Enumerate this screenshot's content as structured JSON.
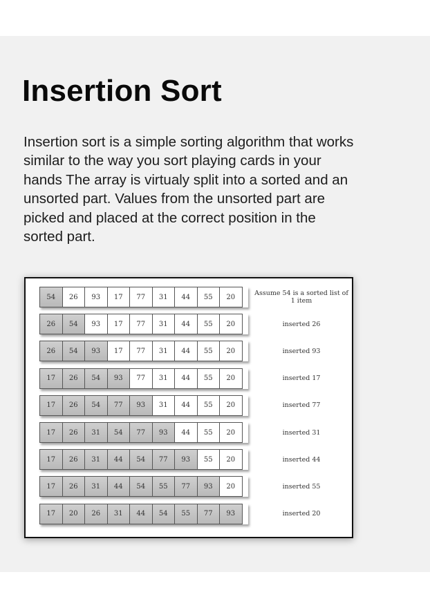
{
  "title": "Insertion Sort",
  "description": "Insertion sort is a simple sorting algorithm that works similar to the way you sort playing cards in your hands The array is virtualy split into a sorted and an unsorted part. Values from the unsorted part are picked and placed at the correct position in the sorted part.",
  "figure": {
    "rows": [
      {
        "values": [
          54,
          26,
          93,
          17,
          77,
          31,
          44,
          55,
          20
        ],
        "sorted_count": 1,
        "note": "Assume 54 is a sorted list of 1 item"
      },
      {
        "values": [
          26,
          54,
          93,
          17,
          77,
          31,
          44,
          55,
          20
        ],
        "sorted_count": 2,
        "note": "inserted 26"
      },
      {
        "values": [
          26,
          54,
          93,
          17,
          77,
          31,
          44,
          55,
          20
        ],
        "sorted_count": 3,
        "note": "inserted 93"
      },
      {
        "values": [
          17,
          26,
          54,
          93,
          77,
          31,
          44,
          55,
          20
        ],
        "sorted_count": 4,
        "note": "inserted 17"
      },
      {
        "values": [
          17,
          26,
          54,
          77,
          93,
          31,
          44,
          55,
          20
        ],
        "sorted_count": 5,
        "note": "inserted 77"
      },
      {
        "values": [
          17,
          26,
          31,
          54,
          77,
          93,
          44,
          55,
          20
        ],
        "sorted_count": 6,
        "note": "inserted 31"
      },
      {
        "values": [
          17,
          26,
          31,
          44,
          54,
          77,
          93,
          55,
          20
        ],
        "sorted_count": 7,
        "note": "inserted 44"
      },
      {
        "values": [
          17,
          26,
          31,
          44,
          54,
          55,
          77,
          93,
          20
        ],
        "sorted_count": 8,
        "note": "inserted 55"
      },
      {
        "values": [
          17,
          20,
          26,
          31,
          44,
          54,
          55,
          77,
          93
        ],
        "sorted_count": 9,
        "note": "inserted 20"
      }
    ]
  }
}
